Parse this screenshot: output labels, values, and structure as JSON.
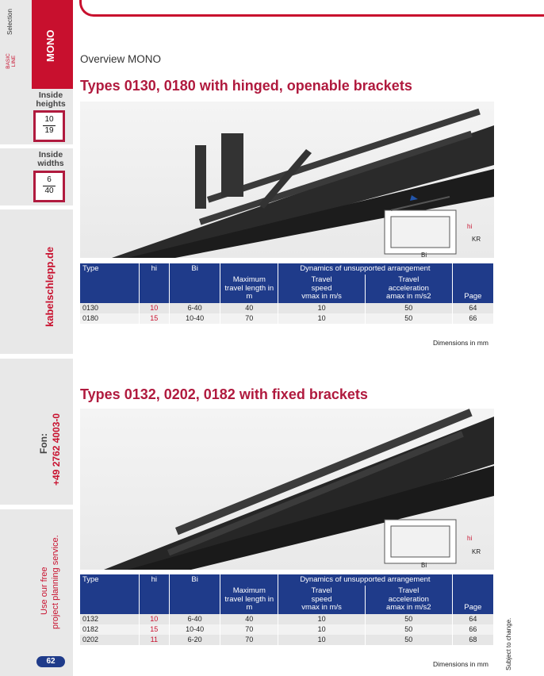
{
  "sidebar": {
    "section": "Selection",
    "basic_line": "BASIC LINE",
    "product": "MONO",
    "inside_heights_label": "Inside heights",
    "inside_heights_top": "10",
    "inside_heights_bottom": "19",
    "inside_widths_label": "Inside widths",
    "inside_widths_top": "6",
    "inside_widths_bottom": "40",
    "website": "kabelschlepp.de",
    "fon_label": "Fon:",
    "fon_number": "+49 2762 4003-0",
    "service_line1": "Use our free",
    "service_line2": "project planning service.",
    "page_number": "62"
  },
  "overview": "Overview MONO",
  "section1": {
    "title": "Types 0130, 0180 with hinged, openable brackets",
    "rows": [
      {
        "type": "0130",
        "hi": "10",
        "bi": "6-40",
        "length": "40",
        "speed": "10",
        "accel": "50",
        "page": "64"
      },
      {
        "type": "0180",
        "hi": "15",
        "bi": "10-40",
        "length": "70",
        "speed": "10",
        "accel": "50",
        "page": "66"
      }
    ],
    "dimensions_note": "Dimensions in mm"
  },
  "section2": {
    "title": "Types 0132, 0202, 0182 with fixed brackets",
    "rows": [
      {
        "type": "0132",
        "hi": "10",
        "bi": "6-40",
        "length": "40",
        "speed": "10",
        "accel": "50",
        "page": "64"
      },
      {
        "type": "0182",
        "hi": "15",
        "bi": "10-40",
        "length": "70",
        "speed": "10",
        "accel": "50",
        "page": "66"
      },
      {
        "type": "0202",
        "hi": "11",
        "bi": "6-20",
        "length": "70",
        "speed": "10",
        "accel": "50",
        "page": "68"
      }
    ],
    "dimensions_note": "Dimensions in mm"
  },
  "table_headers": {
    "type": "Type",
    "hi": "hi",
    "bi": "Bi",
    "length": "Maximum travel length in m",
    "dynamics": "Dynamics of unsupported arrangement",
    "speed_line1": "Travel",
    "speed_line2": "speed",
    "speed_line3": "vmax in m/s",
    "accel_line1": "Travel",
    "accel_line2": "acceleration",
    "accel_line3": "amax in m/s2",
    "page": "Page"
  },
  "diagram_labels": {
    "hi": "hi",
    "kr": "KR",
    "bi": "Bi"
  },
  "subject_to_change": "Subject to change.",
  "colors": {
    "brand_red": "#c8102e",
    "header_blue": "#1f3b8a",
    "title_red": "#b01a3e"
  }
}
